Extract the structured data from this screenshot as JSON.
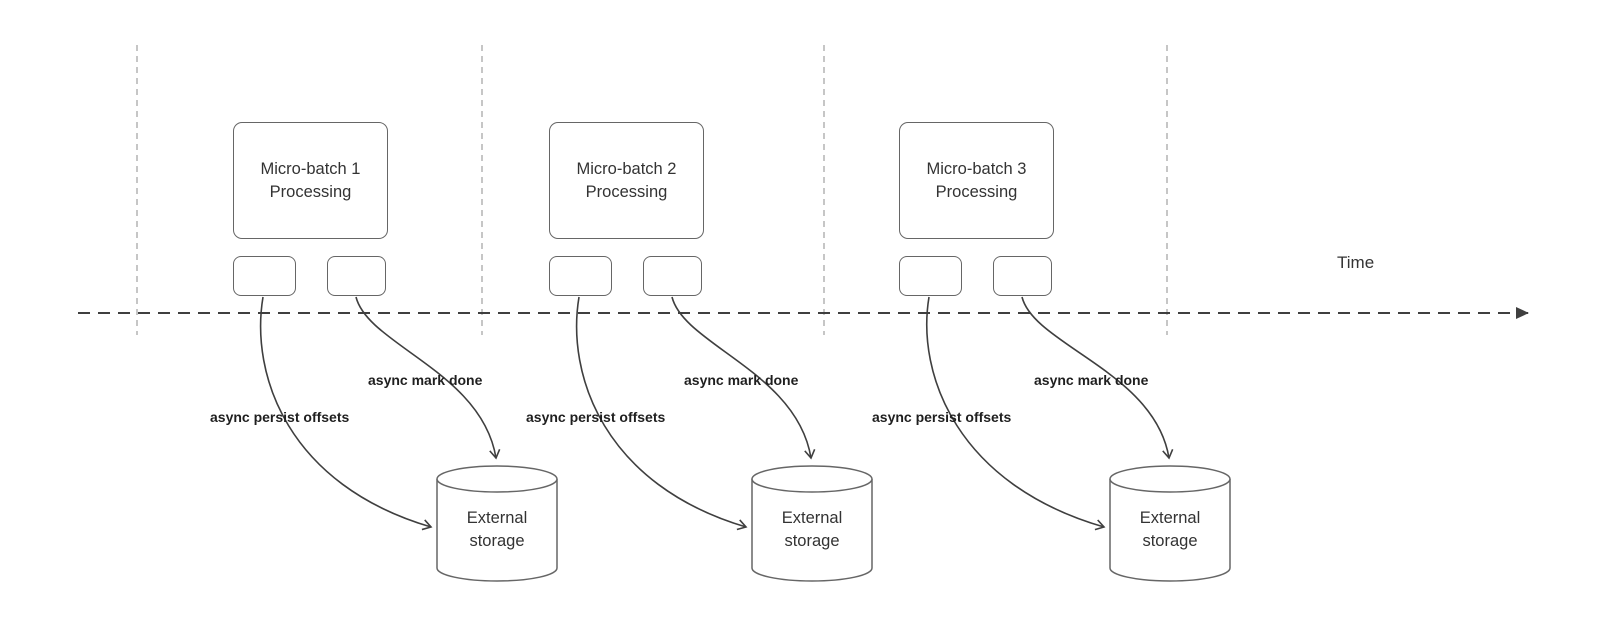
{
  "diagram": {
    "time_label": "Time",
    "groups": [
      {
        "title": "Micro-batch 1\nProcessing",
        "persist_label": "async persist offsets",
        "done_label": "async mark done",
        "storage_label": "External storage"
      },
      {
        "title": "Micro-batch 2\nProcessing",
        "persist_label": "async persist offsets",
        "done_label": "async mark done",
        "storage_label": "External storage"
      },
      {
        "title": "Micro-batch 3\nProcessing",
        "persist_label": "async persist offsets",
        "done_label": "async mark done",
        "storage_label": "External storage"
      }
    ]
  }
}
